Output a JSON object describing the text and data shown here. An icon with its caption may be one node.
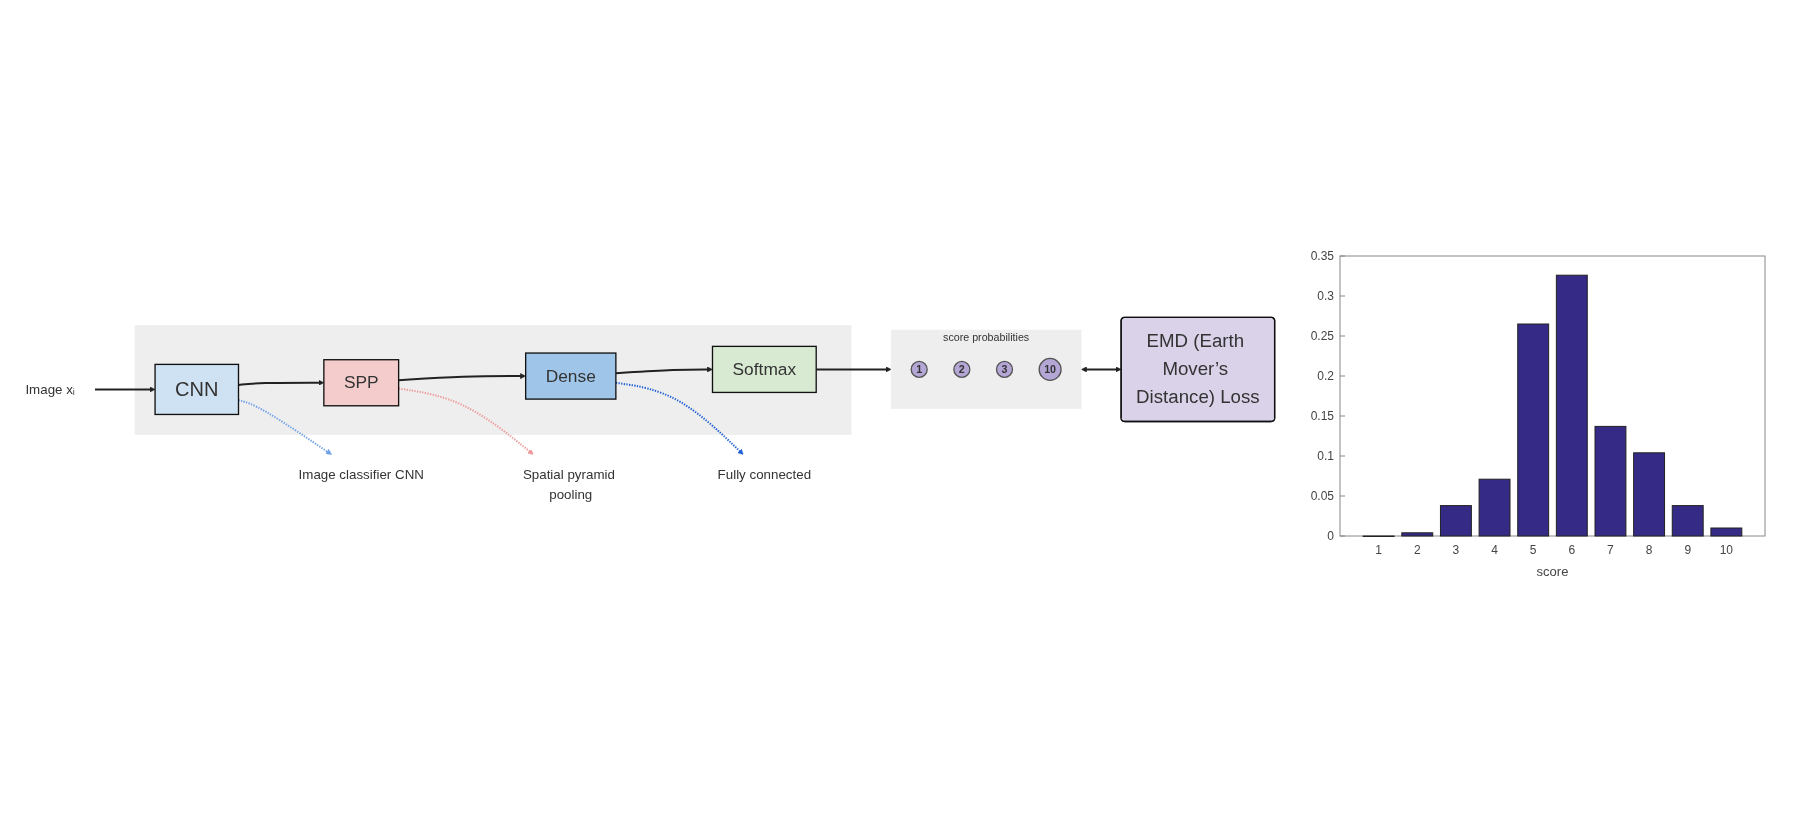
{
  "diagram": {
    "nodes": [
      {
        "text": [
          "Image xᵢ"
        ]
      },
      {
        "text": [],
        "shape": "box"
      },
      {
        "text": [
          "CNN"
        ],
        "in": 1
      },
      {
        "text": [
          "SPP"
        ],
        "in": 1
      },
      {
        "text": [
          "Dense"
        ],
        "in": 1
      },
      {
        "text": [
          "Softmax"
        ],
        "in": 1
      },
      {
        "text": [],
        "shape": "box",
        "beside": [
          "score probabilities"
        ]
      },
      {
        "text": [
          "1"
        ],
        "in": 6
      },
      {
        "text": [
          "2"
        ],
        "in": 6
      },
      {
        "text": [
          "3"
        ],
        "in": 6
      },
      {
        "text": [
          "10"
        ],
        "in": 6
      },
      {
        "text": [
          "EMD (Earth Mover’s Distance) Loss"
        ]
      },
      {
        "text": [
          "Image classifier CNN"
        ]
      },
      {
        "text": [
          "Spatial pyramid pooling"
        ]
      },
      {
        "text": [
          "Fully connected"
        ]
      }
    ],
    "edges": [
      {
        "from": 0,
        "to": 2,
        "arrow": "to"
      },
      {
        "from": 2,
        "to": 3,
        "arrow": "to"
      },
      {
        "from": 3,
        "to": 4,
        "arrow": "to"
      },
      {
        "from": 4,
        "to": 5,
        "arrow": "to"
      },
      {
        "from": 5,
        "to": 6,
        "arrow": "to"
      },
      {
        "from": 6,
        "to": 11,
        "arrow": "both"
      },
      {
        "from": 2,
        "to": 12,
        "arrow": "to",
        "style": "dashed",
        "color": "#6fa0e8"
      },
      {
        "from": 3,
        "to": 13,
        "arrow": "to",
        "style": "dashed",
        "color": "#ee9a9a"
      },
      {
        "from": 4,
        "to": 14,
        "arrow": "to",
        "style": "dashed",
        "color": "#1f5fd6"
      }
    ],
    "chart_data": {
      "type": "bar",
      "xlabel": "score",
      "categories": [
        "1",
        "2",
        "3",
        "4",
        "5",
        "6",
        "7",
        "8",
        "9",
        "10"
      ],
      "series": [
        {
          "color": "#352a86",
          "values": [
            0.0,
            0.004,
            0.038,
            0.071,
            0.265,
            0.326,
            0.137,
            0.104,
            0.038,
            0.01
          ]
        }
      ],
      "ylim": [
        0,
        0.35
      ],
      "yticks": [
        0,
        0.05,
        0.1,
        0.15,
        0.2,
        0.25,
        0.3,
        0.35
      ]
    }
  }
}
